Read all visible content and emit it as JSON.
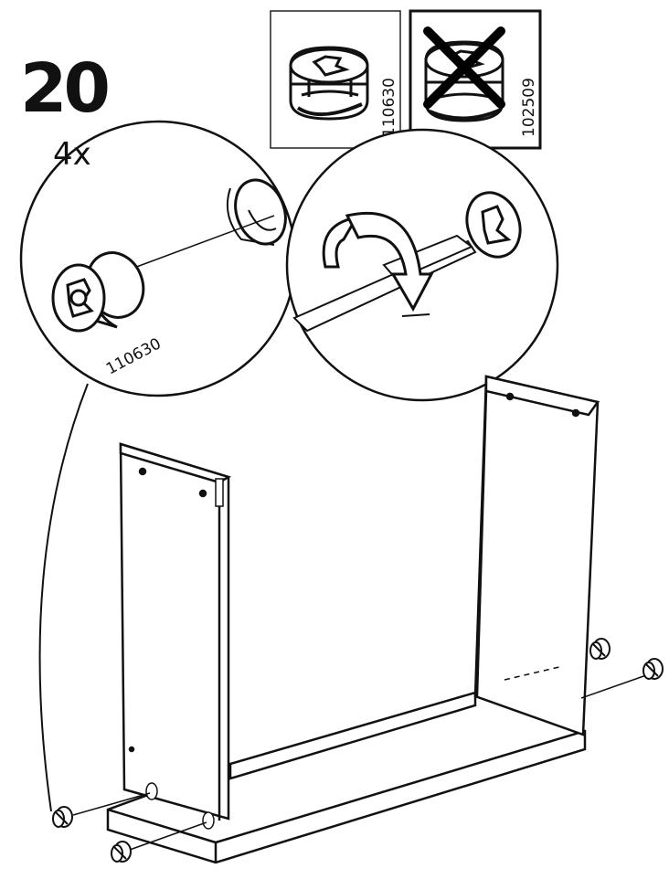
{
  "step": {
    "number": "20",
    "quantity": "4x"
  },
  "parts": {
    "correct_code": "110630",
    "wrong_code": "102509",
    "detail_code": "110630"
  },
  "icons": [
    "cam-lock-icon",
    "cross-out-icon",
    "rotate-arrow-icon",
    "screwdriver-icon",
    "cam-dowel-icon"
  ]
}
